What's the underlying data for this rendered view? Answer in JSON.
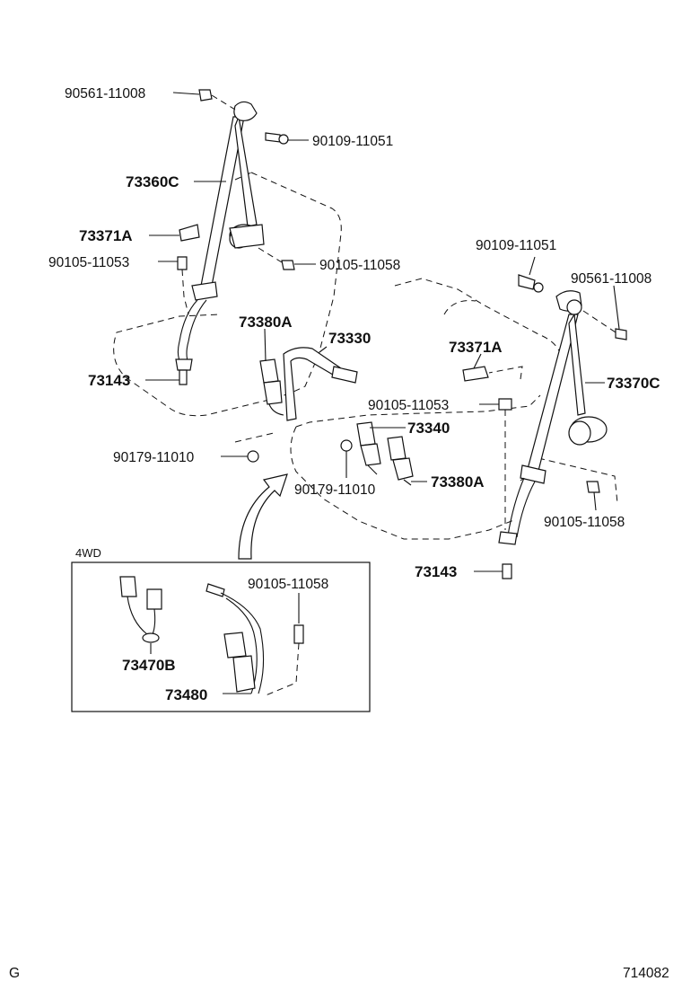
{
  "callouts": {
    "bolt_90561_top_left": "90561-11008",
    "bolt_90109_top_left": "90109-11051",
    "belt_73360c": "73360C",
    "cover_73371a_left": "73371A",
    "bolt_90105_11053_left": "90105-11053",
    "bolt_90105_11058_left": "90105-11058",
    "buckle_73380a_left": "73380A",
    "belt_73330": "73330",
    "anchor_73143_left": "73143",
    "nut_90179_left": "90179-11010",
    "bolt_90109_right": "90109-11051",
    "bolt_90561_right": "90561-11008",
    "cover_73371a_right": "73371A",
    "belt_73370c": "73370C",
    "bolt_90105_11053_right": "90105-11053",
    "buckle_73340": "73340",
    "nut_90179_center": "90179-11010",
    "buckle_73380a_right": "73380A",
    "bolt_90105_11058_right": "90105-11058",
    "anchor_73143_right": "73143"
  },
  "inset": {
    "title": "4WD",
    "bolt_label": "90105-11058",
    "buckle_label": "73470B",
    "belt_label": "73480"
  },
  "footer": {
    "left_code": "G",
    "figure_number": "714082"
  }
}
